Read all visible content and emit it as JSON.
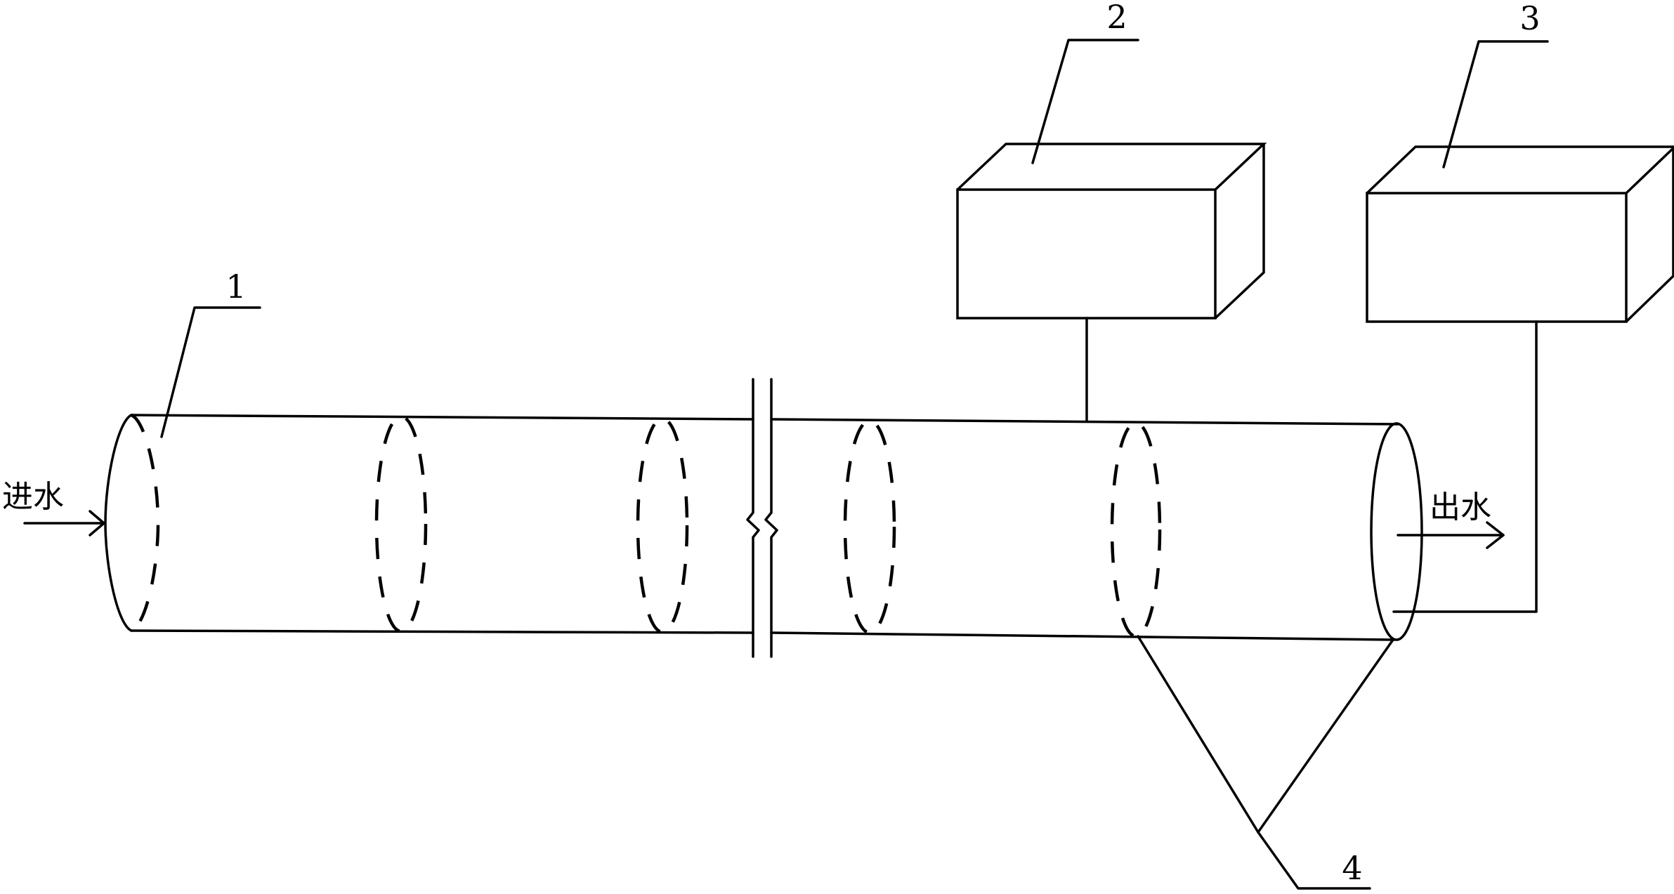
{
  "labels": {
    "part1": "1",
    "part2": "2",
    "part3": "3",
    "part4": "4",
    "inlet": "进水",
    "outlet": "出水"
  }
}
